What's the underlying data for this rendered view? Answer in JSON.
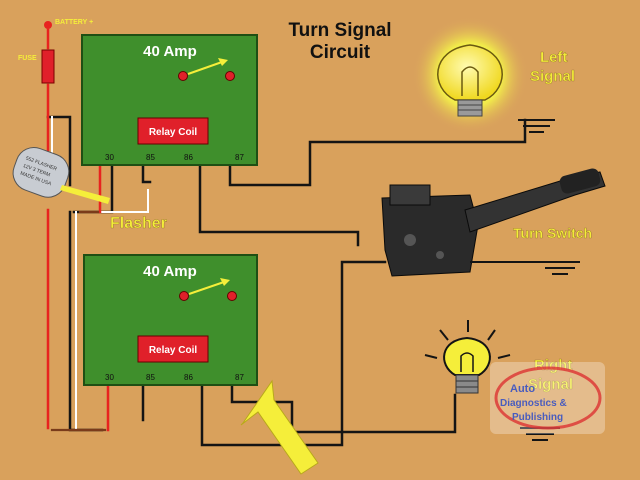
{
  "title": {
    "line1": "Turn Signal",
    "line2": "Circuit"
  },
  "labels": {
    "battery": "BATTERY +",
    "fuse": "FUSE",
    "flasher": "Flasher",
    "left_signal_line1": "Left",
    "left_signal_line2": "Signal",
    "right_signal_line1": "Right",
    "right_signal_line2": "Signal",
    "turn_switch": "Turn Switch"
  },
  "relays": [
    {
      "rating": "40 Amp",
      "coil": "Relay Coil",
      "pins": [
        "30",
        "85",
        "86",
        "87"
      ]
    },
    {
      "rating": "40 Amp",
      "coil": "Relay Coil",
      "pins": [
        "30",
        "85",
        "86",
        "87"
      ]
    }
  ],
  "flasher_text": [
    "552 FLASHER",
    "12V 3 TERM",
    "MADE IN USA"
  ],
  "watermark": [
    "Auto",
    "Diagnostics &",
    "Publishing"
  ],
  "colors": {
    "background": "#d9a15c",
    "relay_green": "#3f8f2c",
    "coil_red": "#e0202a",
    "wire_black": "#141414",
    "wire_red": "#e8231f",
    "wire_white": "#ffffff",
    "arrow_yellow": "#f5ee3a"
  }
}
